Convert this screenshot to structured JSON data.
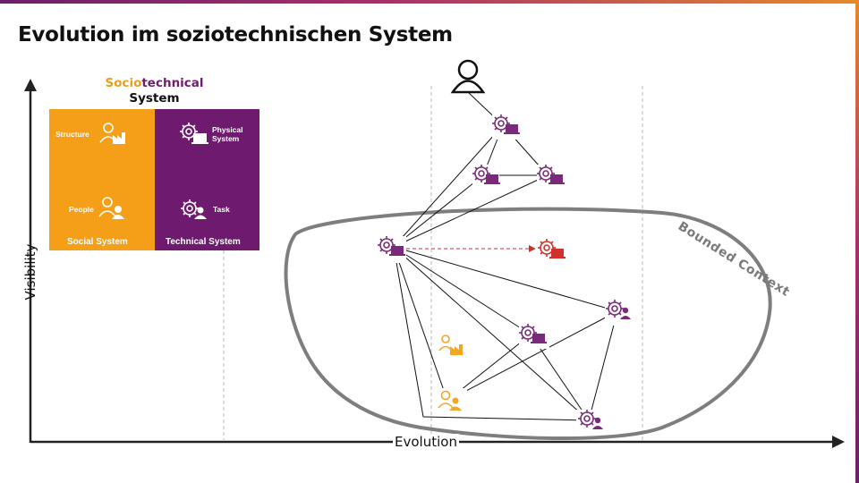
{
  "slide": {
    "title": "Evolution im soziotechnischen System",
    "y_axis_label": "Visibility",
    "x_axis_label": "Evolution",
    "bounded_context_label": "Bounded Context"
  },
  "sociotechnical_panel": {
    "title_part1": "Socio",
    "title_part2": "technical",
    "title_line2": "System",
    "structure_label": "Structure",
    "people_label": "People",
    "physical_system_line1": "Physical",
    "physical_system_line2": "System",
    "task_label": "Task",
    "social_system_label": "Social System",
    "technical_system_label": "Technical System"
  },
  "colors": {
    "orange": "#f59e17",
    "purple": "#6e1a6e",
    "red": "#d0312d",
    "gray": "#7a7a7a"
  },
  "icons": [
    "user-icon",
    "gear-laptop-icon",
    "gear-person-icon",
    "person-factory-icon",
    "person-pair-icon"
  ]
}
